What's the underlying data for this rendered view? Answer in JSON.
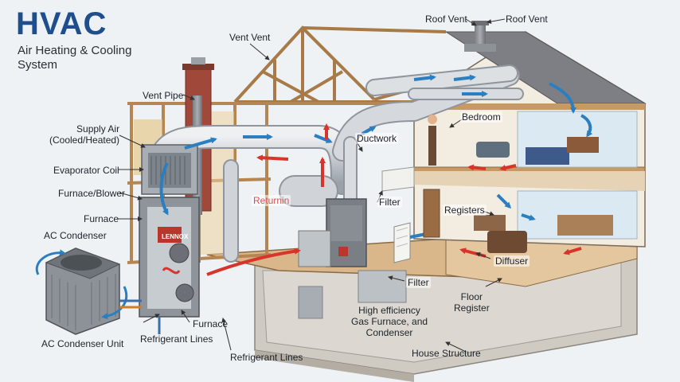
{
  "title": "HVAC",
  "subtitle": "Air Heating & Cooling System",
  "labels": {
    "roof_vent_1": "Roof Vent",
    "roof_vent_2": "Roof Vent",
    "vent_vent": "Vent Vent",
    "vent_pipe": "Vent Pipe",
    "supply_air": "Supply Air\n(Cooled/Heated)",
    "evaporator_coil": "Evaporator Coil",
    "furnace_blower": "Furnace/Blower",
    "furnace_top": "Furnace",
    "ac_condenser": "AC Condenser",
    "ac_condenser_unit": "AC Condenser Unit",
    "refrigerant_lines_left": "Refrigerant Lines",
    "furnace_bottom": "Furnace",
    "refrigerant_lines_center": "Refrigerant Lines",
    "returnin": "Returnin",
    "ductwork": "Ductwork",
    "filter_mid": "Filter",
    "filter_low": "Filter",
    "bedroom": "Bedroom",
    "registers": "Registers",
    "diffuser": "Diffuser",
    "floor_register": "Floor\nRegister",
    "high_eff": "High efficiency\nGas Furnace, and\nCondenser",
    "house_structure": "House Structure",
    "lennox_logo": "LENNOX"
  },
  "colors": {
    "title": "#1f4e8c",
    "supply_arrow": "#2b7fc1",
    "return_arrow": "#d9342b",
    "duct": "#c9cdd2",
    "wood": "#c89a63",
    "wall_room": "#f3ece0",
    "foundation": "#cfcac2"
  }
}
